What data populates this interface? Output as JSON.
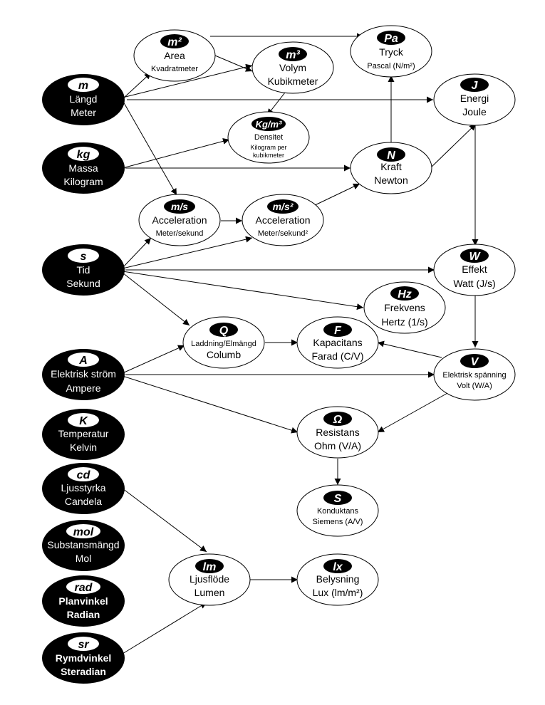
{
  "nodes": {
    "m": {
      "symbol": "m",
      "line1": "Längd",
      "line2": "Meter"
    },
    "kg": {
      "symbol": "kg",
      "line1": "Massa",
      "line2": "Kilogram"
    },
    "s": {
      "symbol": "s",
      "line1": "Tid",
      "line2": "Sekund"
    },
    "A": {
      "symbol": "A",
      "line1": "Elektrisk ström",
      "line2": "Ampere"
    },
    "K": {
      "symbol": "K",
      "line1": "Temperatur",
      "line2": "Kelvin"
    },
    "cd": {
      "symbol": "cd",
      "line1": "Ljusstyrka",
      "line2": "Candela"
    },
    "mol": {
      "symbol": "mol",
      "line1": "Substansmängd",
      "line2": "Mol"
    },
    "rad": {
      "symbol": "rad",
      "line1": "Planvinkel",
      "line2": "Radian"
    },
    "sr": {
      "symbol": "sr",
      "line1": "Rymdvinkel",
      "line2": "Steradian"
    },
    "m2": {
      "symbol": "m²",
      "line1": "Area",
      "line2": "Kvadratmeter"
    },
    "m3": {
      "symbol": "m³",
      "line1": "Volym",
      "line2": "Kubikmeter"
    },
    "Pa": {
      "symbol": "Pa",
      "line1": "Tryck",
      "line2": "Pascal (N/m²)"
    },
    "J": {
      "symbol": "J",
      "line1": "Energi",
      "line2": "Joule"
    },
    "kgm3": {
      "symbol": "Kg/m³",
      "line1": "Densitet",
      "line2": "Kilogram per",
      "line3": "kubikmeter"
    },
    "N": {
      "symbol": "N",
      "line1": "Kraft",
      "line2": "Newton"
    },
    "ms": {
      "symbol": "m/s",
      "line1": "Acceleration",
      "line2": "Meter/sekund"
    },
    "ms2": {
      "symbol": "m/s²",
      "line1": "Acceleration",
      "line2": "Meter/sekund²"
    },
    "W": {
      "symbol": "W",
      "line1": "Effekt",
      "line2": "Watt (J/s)"
    },
    "Hz": {
      "symbol": "Hz",
      "line1": "Frekvens",
      "line2": "Hertz (1/s)"
    },
    "Q": {
      "symbol": "Q",
      "line1": "Laddning/Elmängd",
      "line2": "Columb"
    },
    "F": {
      "symbol": "F",
      "line1": "Kapacitans",
      "line2": "Farad (C/V)"
    },
    "V": {
      "symbol": "V",
      "line1": "Elektrisk spänning",
      "line2": "Volt (W/A)"
    },
    "Ohm": {
      "symbol": "Ω",
      "line1": "Resistans",
      "line2": "Ohm (V/A)"
    },
    "S": {
      "symbol": "S",
      "line1": "Konduktans",
      "line2": "Siemens (A/V)"
    },
    "lm": {
      "symbol": "lm",
      "line1": "Ljusflöde",
      "line2": "Lumen"
    },
    "lx": {
      "symbol": "lx",
      "line1": "Belysning",
      "line2": "Lux (lm/m²)"
    }
  }
}
